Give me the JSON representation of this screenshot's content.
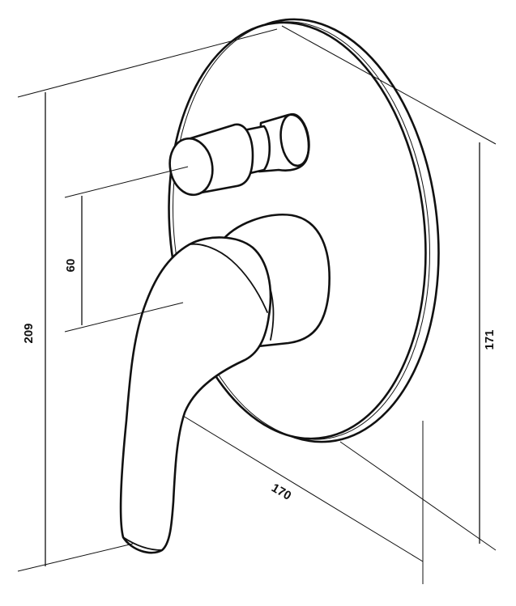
{
  "dimensions": {
    "total_height": "209",
    "lever_offset": "60",
    "depth": "170",
    "plate_height": "171"
  }
}
